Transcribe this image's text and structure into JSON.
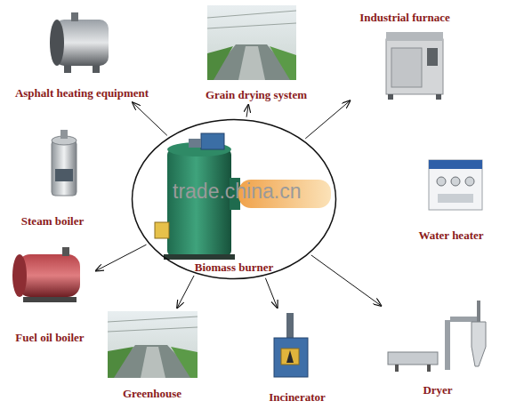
{
  "diagram": {
    "nodes": [
      {
        "text": [
          "Biomass burner"
        ]
      },
      {
        "text": [
          "Asphalt heating equipment"
        ]
      },
      {
        "text": [
          "Grain drying system"
        ]
      },
      {
        "text": [
          "Industrial furnace"
        ]
      },
      {
        "text": [
          "Water heater"
        ]
      },
      {
        "text": [
          "Steam boiler"
        ]
      },
      {
        "text": [
          "Fuel oil boiler"
        ]
      },
      {
        "text": [
          "Greenhouse"
        ]
      },
      {
        "text": [
          "Incinerator"
        ]
      },
      {
        "text": [
          "Dryer"
        ]
      }
    ],
    "edges": [
      {
        "from": 0,
        "to": 1,
        "arrow": "to"
      },
      {
        "from": 0,
        "to": 2,
        "arrow": "to"
      },
      {
        "from": 0,
        "to": 3,
        "arrow": "to"
      },
      {
        "from": 0,
        "to": 6,
        "arrow": "to"
      },
      {
        "from": 0,
        "to": 7,
        "arrow": "to"
      },
      {
        "from": 0,
        "to": 8,
        "arrow": "to"
      },
      {
        "from": 0,
        "to": 9,
        "arrow": "to"
      }
    ],
    "labels": [
      "trade.china.cn"
    ]
  }
}
